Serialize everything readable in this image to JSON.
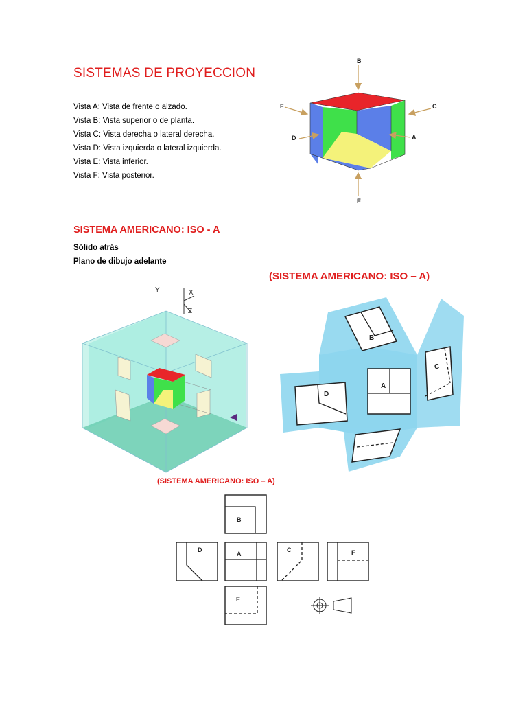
{
  "title": "SISTEMAS DE PROYECCION",
  "views": [
    "Vista A: Vista de frente o alzado.",
    "Vista B: Vista superior o de planta.",
    "Vista C: Vista derecha o lateral derecha.",
    "Vista D: Vista izquierda o lateral izquierda.",
    "Vista E: Vista inferior.",
    "Vista F: Vista posterior."
  ],
  "section": {
    "title": "SISTEMA AMERICANO: ISO - A",
    "lines": [
      "Sólido atrás",
      "Plano de dibujo adelante"
    ]
  },
  "cube_figure": {
    "labels": {
      "a": "A",
      "b": "B",
      "c": "C",
      "d": "D",
      "e": "E",
      "f": "F"
    },
    "colors": {
      "red": "#e8252a",
      "green": "#3fe04a",
      "blue": "#5b7fe8",
      "yellow": "#f4f27a"
    }
  },
  "box_figure": {
    "axes": {
      "y": "Y",
      "x": "X",
      "z": "Z"
    },
    "colors": {
      "glass": "#a9ece0",
      "floor": "#6fcfb4"
    }
  },
  "unfold_figure": {
    "caption": "(SISTEMA AMERICANO:  ISO – A)",
    "labels": {
      "b": "B",
      "a": "A",
      "c": "C",
      "d": "D"
    },
    "colors": {
      "panel": "#8ed6ee"
    }
  },
  "ortho_figure": {
    "caption": "(SISTEMA AMERICANO:  ISO – A)",
    "labels": {
      "b": "B",
      "d": "D",
      "a": "A",
      "c": "C",
      "f": "F",
      "e": "E"
    }
  }
}
